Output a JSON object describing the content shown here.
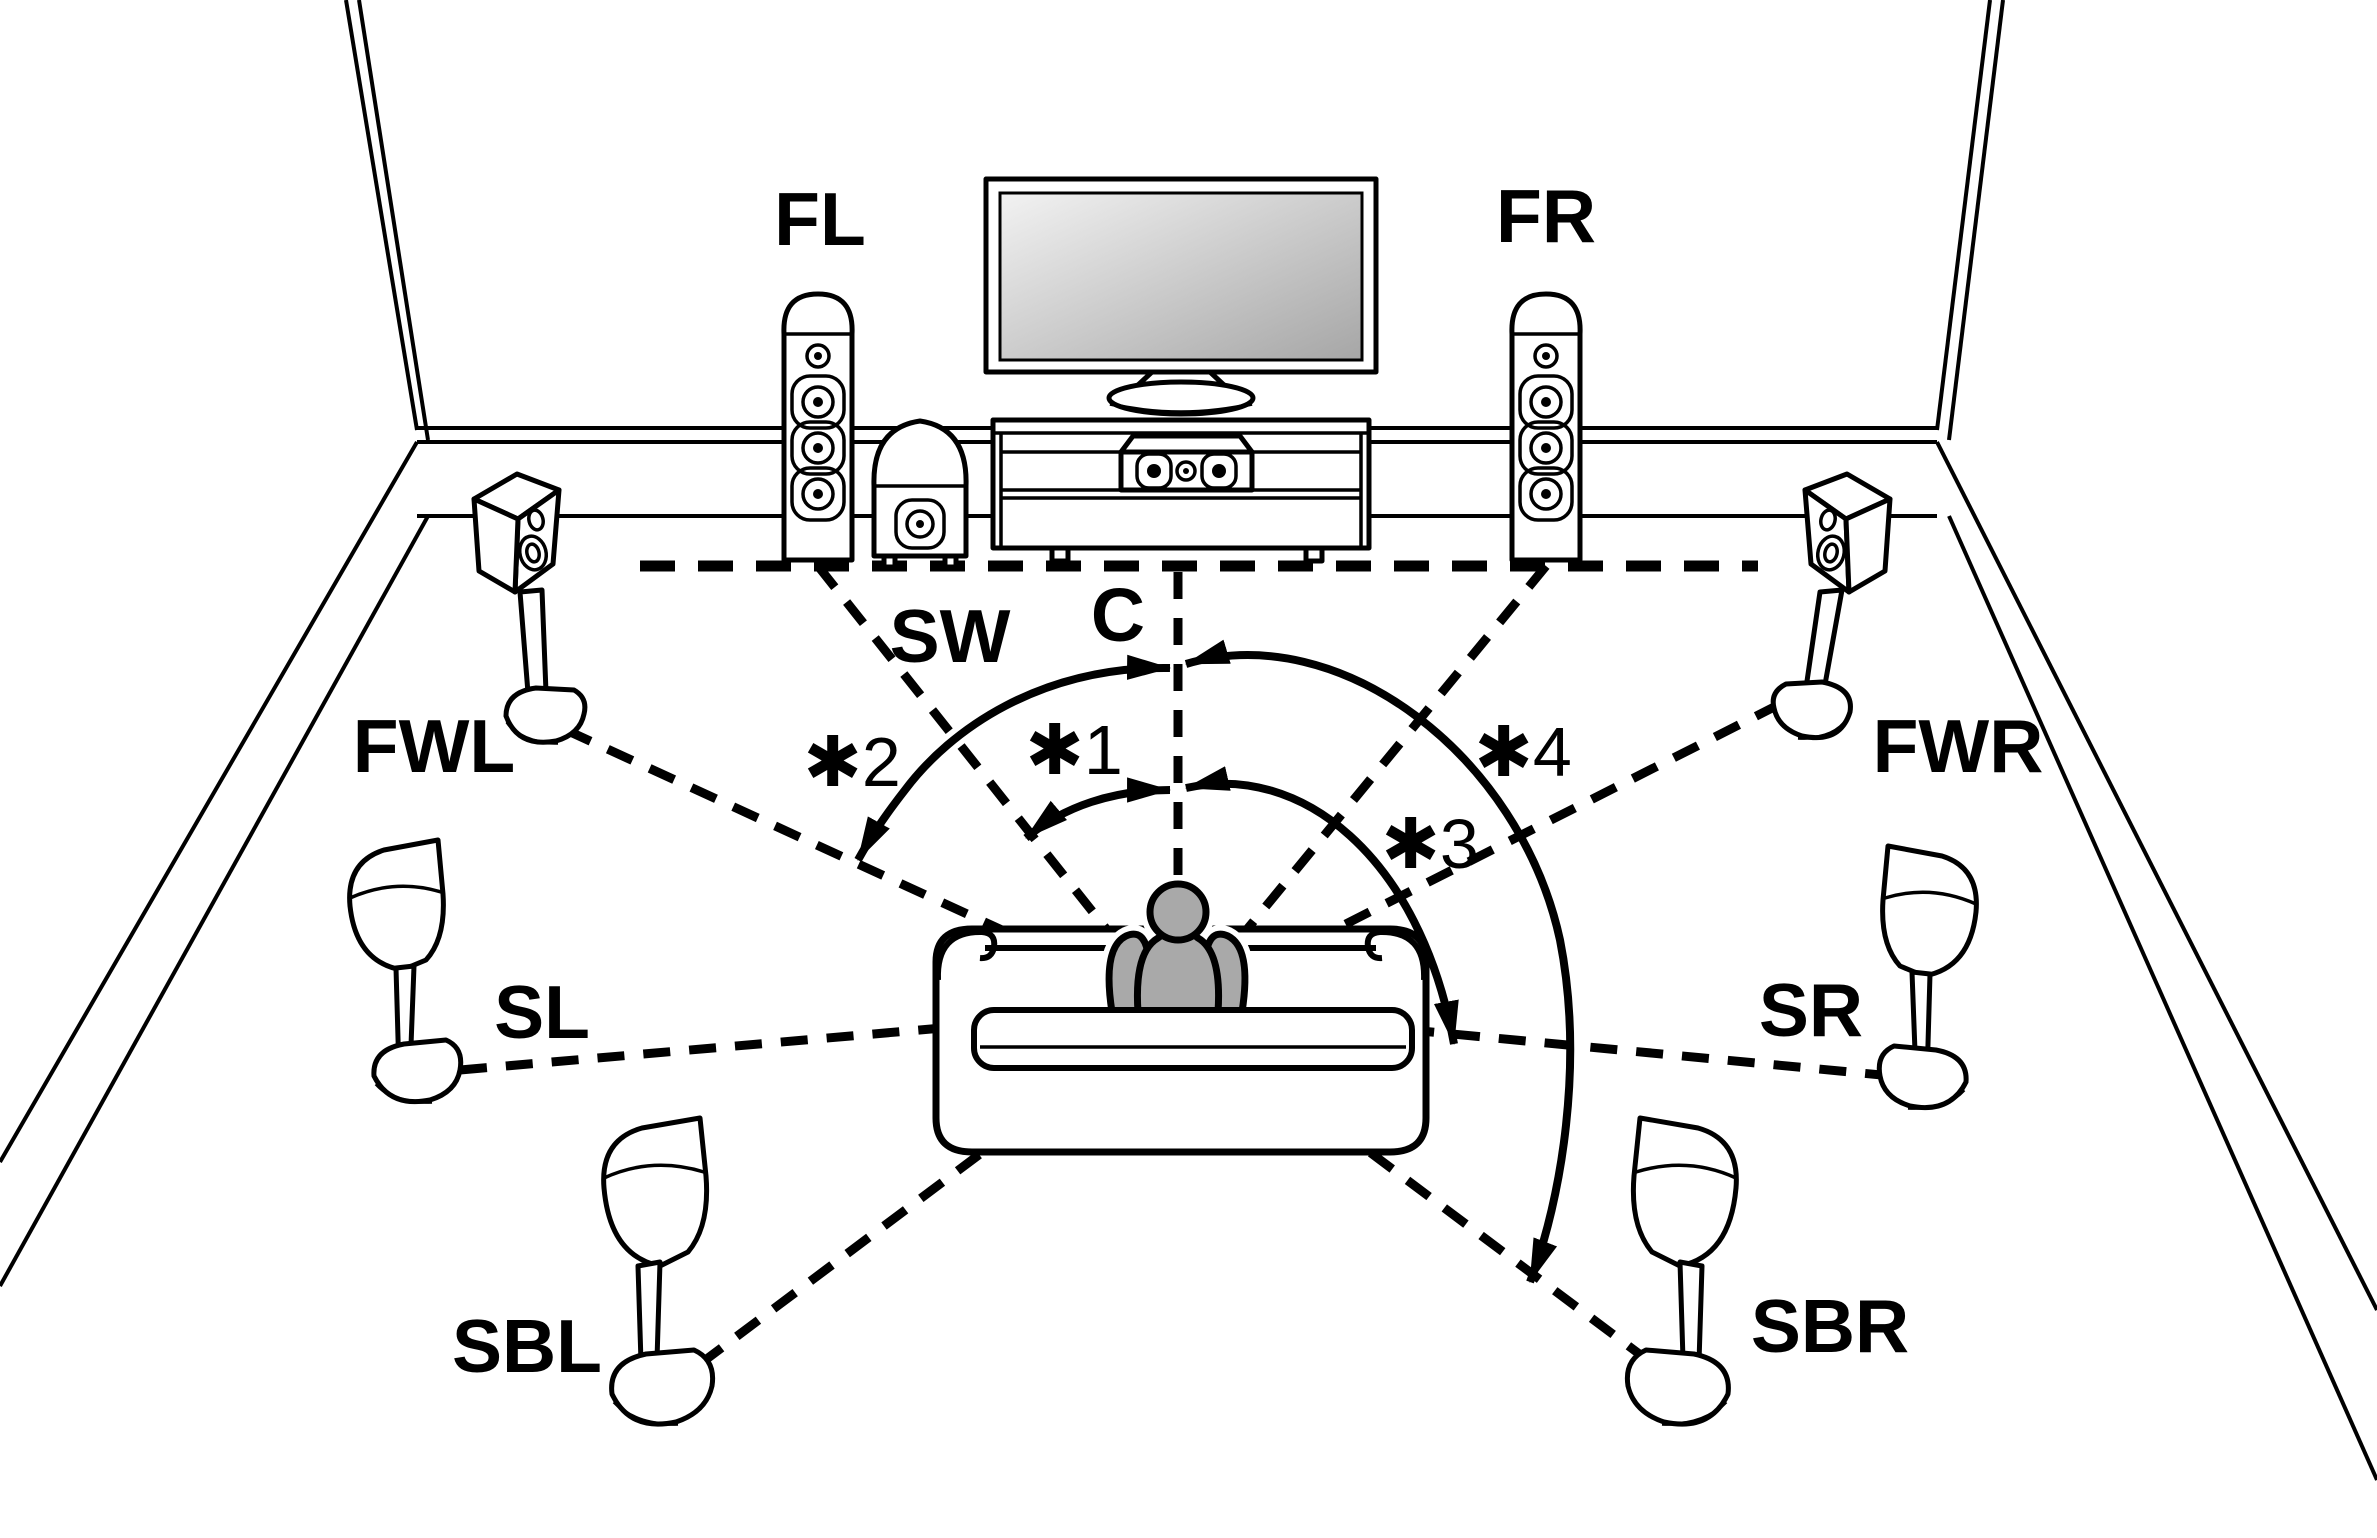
{
  "diagram": {
    "description": "7.1-channel surround speaker placement diagram (room perspective view)",
    "background_color": "#ffffff",
    "line_color": "#000000",
    "person_color": "#a9a9a9",
    "tv_screen_gradient": [
      "#f2f2f2",
      "#a6a6a6"
    ],
    "speaker_labels": {
      "front_left": "FL",
      "front_right": "FR",
      "center": "C",
      "subwoofer": "SW",
      "front_wide_left": "FWL",
      "front_wide_right": "FWR",
      "surround_left": "SL",
      "surround_right": "SR",
      "surround_back_left": "SBL",
      "surround_back_right": "SBR"
    },
    "angle_annotations": {
      "note_1": "✱1",
      "note_2": "✱2",
      "note_3": "✱3",
      "note_4": "✱4"
    }
  }
}
